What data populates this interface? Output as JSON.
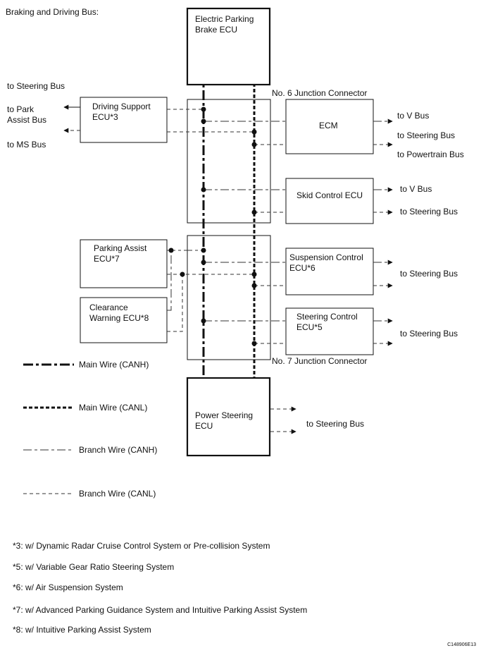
{
  "title": "Braking and Driving Bus:",
  "ecus": {
    "epb": [
      "Electric Parking",
      "Brake ECU"
    ],
    "driving_support": [
      "Driving Support",
      "ECU*3"
    ],
    "ecm": "ECM",
    "skid": "Skid Control ECU",
    "parking_assist": [
      "Parking Assist",
      "ECU*7"
    ],
    "clearance": [
      "Clearance",
      "Warning ECU*8"
    ],
    "suspension": [
      "Suspension Control",
      "ECU*6"
    ],
    "steering_control": [
      "Steering Control",
      "ECU*5"
    ],
    "power_steering": [
      "Power Steering",
      "ECU"
    ]
  },
  "junctions": {
    "no6": "No. 6 Junction Connector",
    "no7": "No. 7 Junction Connector"
  },
  "bus_labels": {
    "left_steering": "to Steering Bus",
    "left_park": [
      "to Park",
      "Assist Bus"
    ],
    "left_ms": "to MS Bus",
    "ecm_v": "to V Bus",
    "ecm_steering": "to Steering Bus",
    "ecm_powertrain": "to Powertrain Bus",
    "skid_v": "to V Bus",
    "skid_steering": "to Steering Bus",
    "susp_steering": "to Steering Bus",
    "steer_steering": "to Steering Bus",
    "ps_steering": "to Steering Bus"
  },
  "legend": [
    {
      "style": "main-h",
      "label": "Main Wire (CANH)"
    },
    {
      "style": "main-l",
      "label": "Main Wire (CANL)"
    },
    {
      "style": "branch-h",
      "label": "Branch Wire (CANH)"
    },
    {
      "style": "branch-l",
      "label": "Branch Wire (CANL)"
    }
  ],
  "notes": [
    "*3: w/ Dynamic Radar Cruise Control System or Pre-collision System",
    "*5: w/ Variable Gear Ratio Steering System",
    "*6: w/ Air Suspension System",
    "*7: w/ Advanced Parking Guidance System and Intuitive Parking Assist System",
    "*8: w/ Intuitive Parking Assist System"
  ],
  "code": "C148906E13"
}
